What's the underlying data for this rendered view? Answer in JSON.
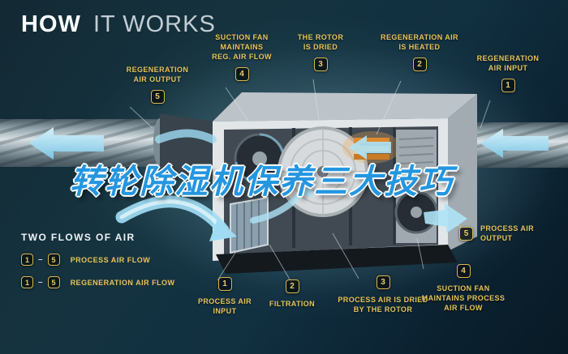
{
  "title": {
    "strong": "HOW",
    "light": "IT WORKS"
  },
  "overlay_title": {
    "text": "转轮除湿机保养三大技巧",
    "color": "#2496e0"
  },
  "callouts": [
    {
      "num": "5",
      "label": "REGENERATION\nAIR OUTPUT"
    },
    {
      "num": "4",
      "label": "SUCTION FAN\nMAINTAINS\nREG. AIR FLOW"
    },
    {
      "num": "3",
      "label": "THE ROTOR\nIS DRIED"
    },
    {
      "num": "2",
      "label": "REGENERATION AIR\nIS HEATED"
    },
    {
      "num": "1",
      "label": "REGENERATION\nAIR INPUT"
    },
    {
      "num": "5",
      "label": "PROCESS AIR\nOUTPUT"
    },
    {
      "num": "4",
      "label": "SUCTION FAN\nMAINTAINS PROCESS\nAIR FLOW"
    },
    {
      "num": "3",
      "label": "PROCESS AIR IS DRIED\nBY THE ROTOR"
    },
    {
      "num": "2",
      "label": "FILTRATION"
    },
    {
      "num": "1",
      "label": "PROCESS AIR\nINPUT"
    }
  ],
  "legend": {
    "heading": "TWO FLOWS OF AIR",
    "separator": "–",
    "rows": [
      {
        "from": "1",
        "to": "5",
        "label": "PROCESS AIR FLOW"
      },
      {
        "from": "1",
        "to": "5",
        "label": "REGENERATION AIR FLOW"
      }
    ]
  },
  "colors": {
    "accent_gold": "#e7c35a",
    "overlay_blue": "#2496e0",
    "flow_blue": "#9fdcf4",
    "background_teal": "#113040"
  }
}
